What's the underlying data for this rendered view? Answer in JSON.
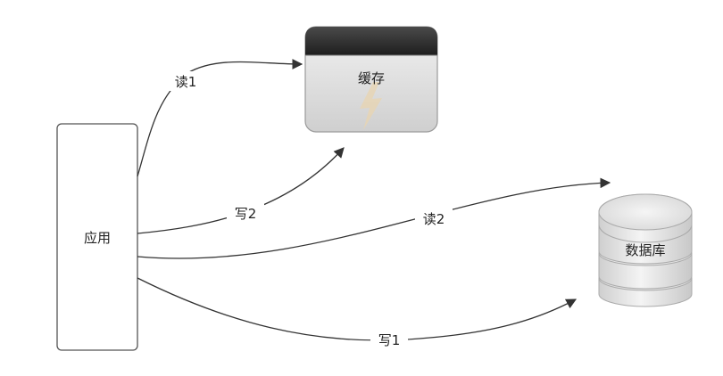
{
  "nodes": {
    "app": {
      "label": "应用"
    },
    "cache": {
      "label": "缓存"
    },
    "database": {
      "label": "数据库"
    }
  },
  "edges": [
    {
      "id": "read1",
      "label": "读1",
      "from": "app",
      "to": "cache"
    },
    {
      "id": "write2",
      "label": "写2",
      "from": "app",
      "to": "cache"
    },
    {
      "id": "read2",
      "label": "读2",
      "from": "app",
      "to": "database"
    },
    {
      "id": "write1",
      "label": "写1",
      "from": "app",
      "to": "database"
    }
  ],
  "icons": {
    "cache": "lightning-bolt-icon",
    "database": "database-cylinder-icon"
  }
}
